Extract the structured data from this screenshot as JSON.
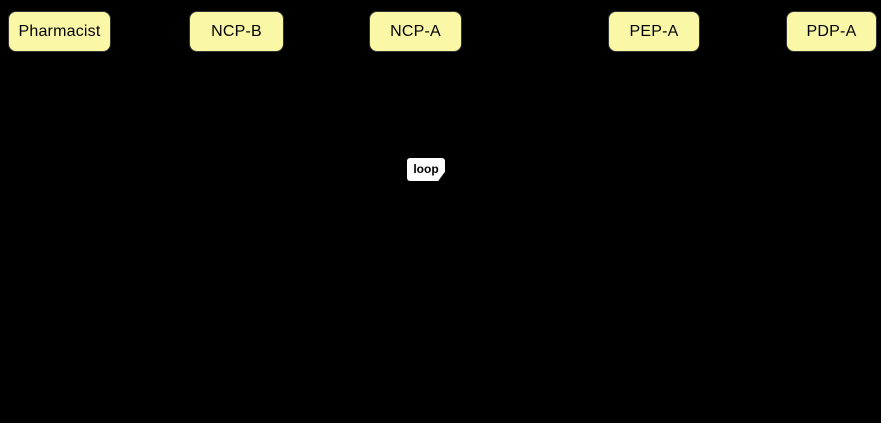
{
  "diagram": {
    "type": "sequence-diagram",
    "participants": [
      {
        "label": "Pharmacist"
      },
      {
        "label": "NCP-B"
      },
      {
        "label": "NCP-A"
      },
      {
        "label": "PEP-A"
      },
      {
        "label": "PDP-A"
      }
    ],
    "loop_label": "loop"
  },
  "colors": {
    "background": "#000000",
    "participant_fill": "#FAF8A6",
    "participant_border": "#333333",
    "participant_text": "#000000",
    "loop_badge_bg": "#FFFFFF",
    "loop_badge_text": "#000000"
  }
}
